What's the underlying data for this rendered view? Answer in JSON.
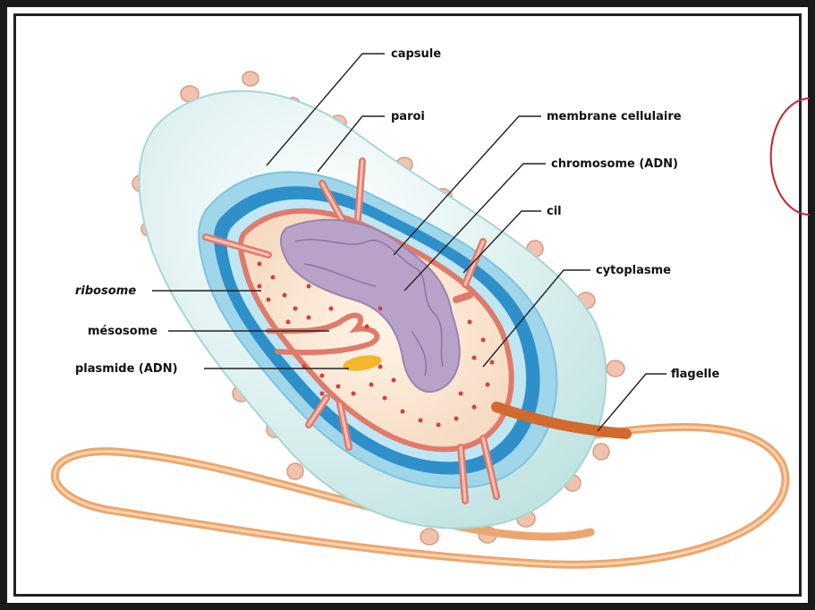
{
  "labels": {
    "capsule": "capsule",
    "paroi": "paroi",
    "membrane": "membrane cellulaire",
    "chromosome": "chromosome (ADN)",
    "cil": "cil",
    "cytoplasme": "cytoplasme",
    "flagelle": "flagelle",
    "ribosome": "ribosome",
    "mesosome": "mésosome",
    "plasmide": "plasmide (ADN)"
  },
  "colors": {
    "capsule_fill": "#dff1f1",
    "wall_blue": "#2f8fc9",
    "wall_light": "#9fd6ea",
    "membrane": "#e07a6a",
    "cytoplasm": "#fbe9d6",
    "chromosome": "#b9a2c8",
    "flagellum": "#e8905a",
    "plasmid": "#f2b72c",
    "pili": "#f1c2ae"
  }
}
